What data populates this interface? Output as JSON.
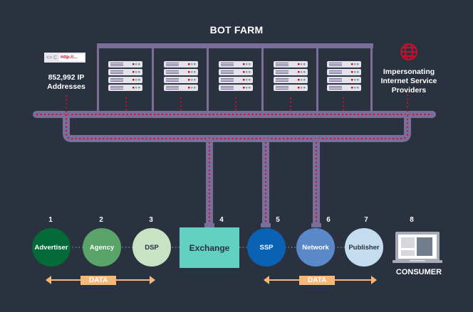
{
  "title": "BOT FARM",
  "colors": {
    "background": "#2a3240",
    "pipe": "#7a6f9b",
    "packet": "#c8102e",
    "data_arrow": "#f6b87a"
  },
  "ip_source": {
    "icon": "browser-url-icon",
    "nav_glyph": "<> C",
    "url_text": "http://...",
    "label_line1": "852,992 IP",
    "label_line2": "Addresses"
  },
  "isp_source": {
    "icon": "globe-icon",
    "label_line1": "Impersonating",
    "label_line2": "Internet Service",
    "label_line3": "Providers"
  },
  "bot_farm": {
    "server_stacks": 5,
    "units_per_stack": 4
  },
  "chain": [
    {
      "number": "1",
      "label": "Advertiser",
      "shape": "circle",
      "fill": "#046a38",
      "text_color": "#ffffff"
    },
    {
      "number": "2",
      "label": "Agency",
      "shape": "circle",
      "fill": "#5aa469",
      "text_color": "#ffffff"
    },
    {
      "number": "3",
      "label": "DSP",
      "shape": "circle",
      "fill": "#c8e2c4",
      "text_color": "#2a3240"
    },
    {
      "number": "4",
      "label": "Exchange",
      "shape": "rect",
      "fill": "#62d0c2",
      "text_color": "#2a3240"
    },
    {
      "number": "5",
      "label": "SSP",
      "shape": "circle",
      "fill": "#0a62b5",
      "text_color": "#ffffff"
    },
    {
      "number": "6",
      "label": "Network",
      "shape": "circle",
      "fill": "#5b88c8",
      "text_color": "#ffffff"
    },
    {
      "number": "7",
      "label": "Publisher",
      "shape": "circle",
      "fill": "#c4dcef",
      "text_color": "#2a3240"
    },
    {
      "number": "8",
      "label": "CONSUMER",
      "shape": "laptop",
      "icon": "laptop-icon"
    }
  ],
  "data_flows": [
    {
      "label": "DATA",
      "direction": "bidirectional",
      "spans": "Advertiser-DSP"
    },
    {
      "label": "DATA",
      "direction": "bidirectional",
      "spans": "SSP-Publisher"
    }
  ]
}
